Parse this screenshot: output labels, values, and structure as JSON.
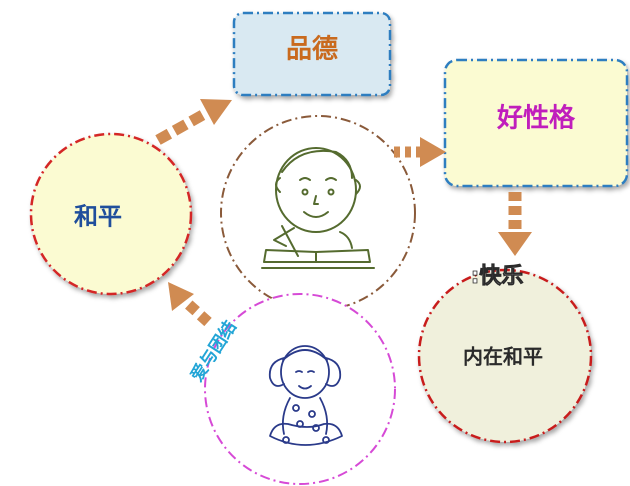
{
  "nodes": {
    "virtue": {
      "label": "品德",
      "text_color": "#c96a1e",
      "fill": "#d9e9f2",
      "border": "#2e7ec0"
    },
    "good_character": {
      "label": "好性格",
      "text_color": "#c01ebc",
      "fill": "#fbfbd2",
      "border": "#2e7ec0"
    },
    "peace": {
      "label": "和平",
      "text_color": "#1f4e9c",
      "fill": "#fbfbd2",
      "border": "#d42626"
    },
    "inner_peace": {
      "label": "内在和平",
      "text_color": "#2a2a2a",
      "fill": "#f0f0dc",
      "border": "#c81e1e"
    }
  },
  "edge_labels": {
    "happiness": {
      "label": ":快乐",
      "color": "#ffffff",
      "outline": "#2a2a2a"
    },
    "love_unity": {
      "label": "爱与团结",
      "color": "#22a5d6"
    }
  },
  "illustrations": {
    "boy": {
      "icon": "boy-writing-icon",
      "border": "#8a5a3a"
    },
    "girl": {
      "icon": "girl-meditating-icon",
      "border": "#d64ad6"
    }
  },
  "colors": {
    "arrow": "#d08b52",
    "sketch": "#556b2f",
    "girl_sketch": "#2a3a8a"
  }
}
